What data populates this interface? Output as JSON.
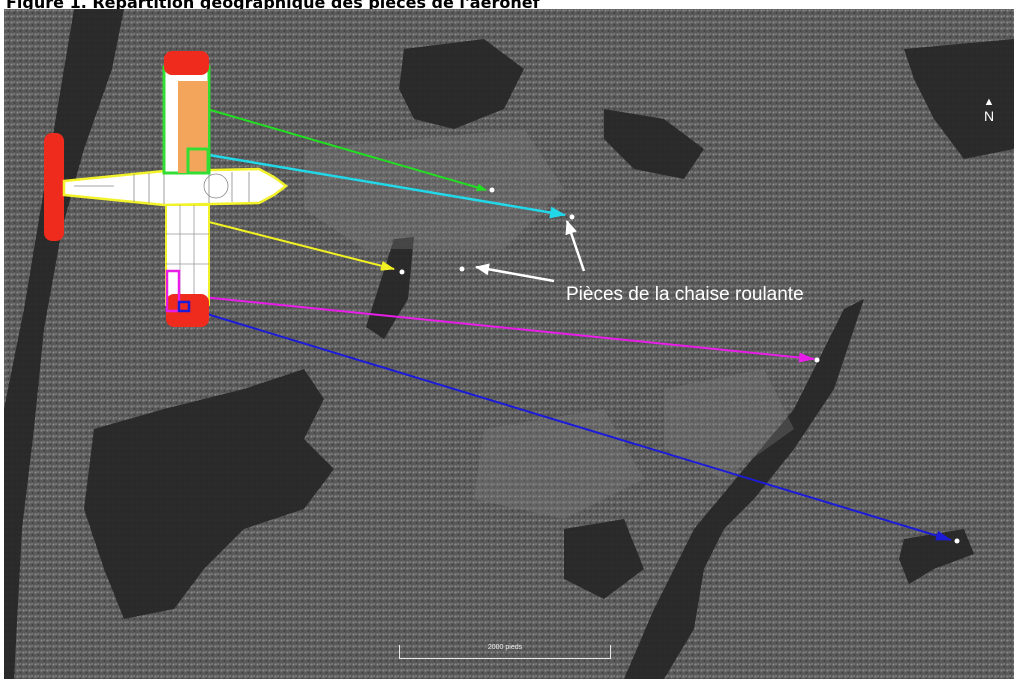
{
  "figure": {
    "caption": "Figure 1. Répartition géographique des pièces de l'aéronef"
  },
  "map": {
    "annotation": "Pièces de la chaise roulante",
    "north": {
      "arrow": "▲",
      "letter": "N"
    },
    "scale_label": "2000 pieds"
  },
  "colors": {
    "green_arrow": "#22dd22",
    "cyan_arrow": "#22d8e8",
    "yellow_arrow": "#f0f022",
    "magenta_arrow": "#e81ee8",
    "blue_arrow": "#1c1cd8",
    "white_arrow": "#ffffff",
    "wing_tip": "#ee2b1c",
    "flap": "#f4a55c",
    "outline_yellow": "#f2f22a",
    "outline_green": "#33dd33"
  }
}
